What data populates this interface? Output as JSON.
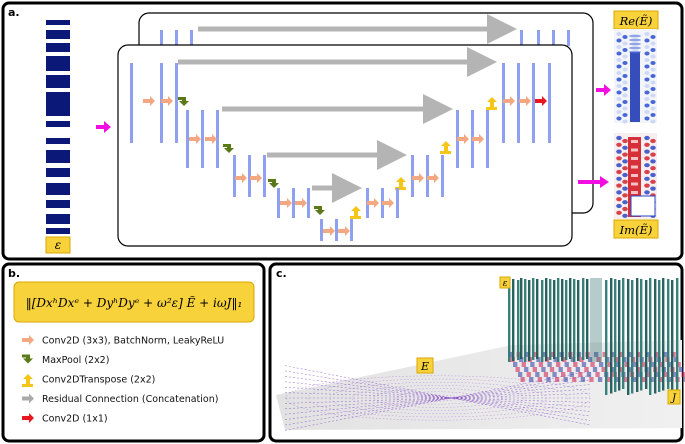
{
  "panels": {
    "a": "a.",
    "b": "b.",
    "c": "c."
  },
  "panel_a": {
    "epsilon_label": "ε",
    "re_label": "Re(Ẽ)",
    "im_label": "Im(Ẽ)"
  },
  "panel_b": {
    "equation": "‖[DxʰDxᵉ + DyʰDyᵉ + ω²ε] Ẽ + iωJ‖₁",
    "legend": [
      {
        "label": "Conv2D (3x3), BatchNorm, LeakyReLU",
        "color": "#f4a882",
        "icon": "right-arrow-icon"
      },
      {
        "label": "MaxPool (2x2)",
        "color": "#5a7a1a",
        "icon": "down-bend-arrow-icon"
      },
      {
        "label": "Conv2DTranspose (2x2)",
        "color": "#f5c518",
        "icon": "up-bend-arrow-icon"
      },
      {
        "label": "Residual Connection (Concatenation)",
        "color": "#aaaaaa",
        "icon": "gray-arrow-icon"
      },
      {
        "label": "Conv2D (1x1)",
        "color": "#e8171d",
        "icon": "red-arrow-icon"
      }
    ]
  },
  "panel_c": {
    "E_label": "E",
    "eps_label": "ε",
    "J_label": "J"
  },
  "colors": {
    "layer": "#8fa0f0",
    "eps_strip": "#0c1878",
    "magenta": "#f20ee0",
    "skip": "#b4b4b4",
    "yellow_label": "#f7d23a"
  }
}
